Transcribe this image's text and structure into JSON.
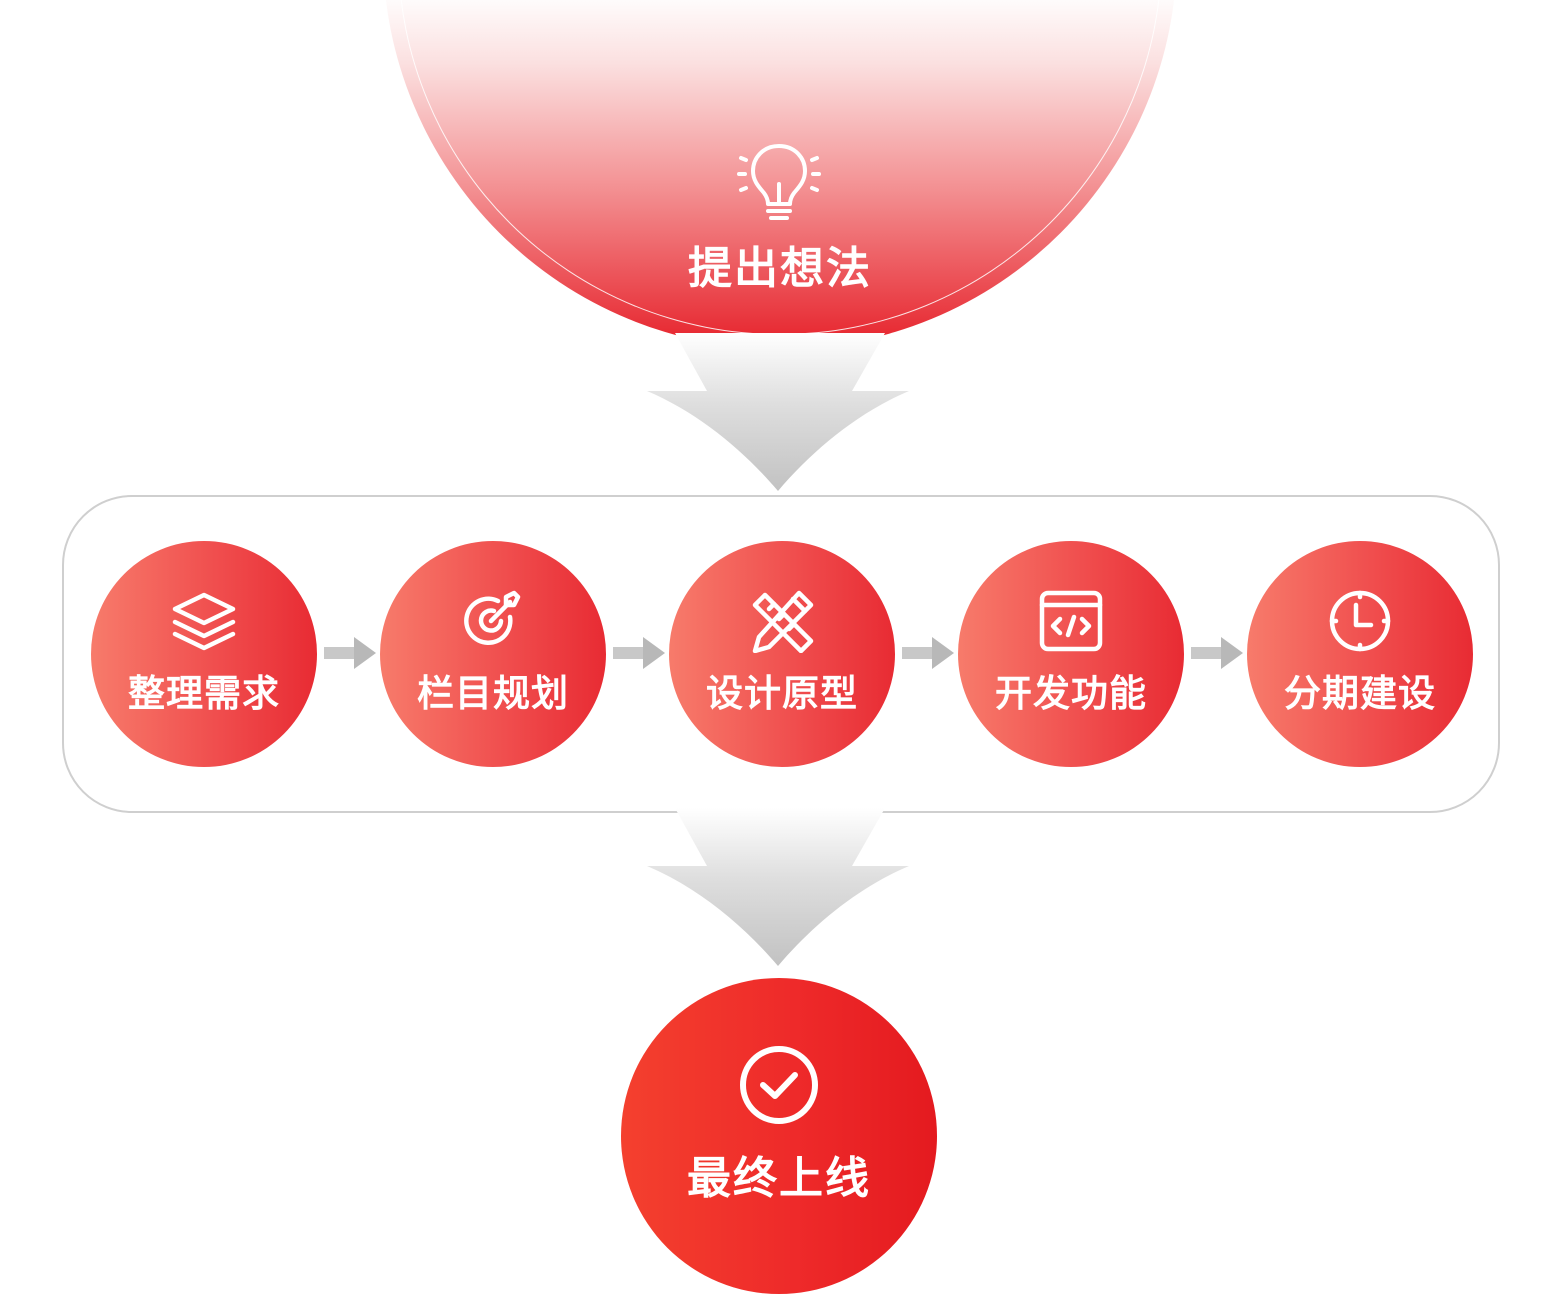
{
  "start": {
    "label": "提出想法",
    "icon": "lightbulb-icon"
  },
  "steps": [
    {
      "label": "整理需求",
      "icon": "layers-icon"
    },
    {
      "label": "栏目规划",
      "icon": "target-icon"
    },
    {
      "label": "设计原型",
      "icon": "pencil-ruler-icon"
    },
    {
      "label": "开发功能",
      "icon": "code-window-icon"
    },
    {
      "label": "分期建设",
      "icon": "clock-icon"
    }
  ],
  "end": {
    "label": "最终上线",
    "icon": "check-circle-icon"
  },
  "colors": {
    "accent": "#e6212a",
    "arrow": "#c8c8c8",
    "panel_border": "#cfcfcf"
  }
}
